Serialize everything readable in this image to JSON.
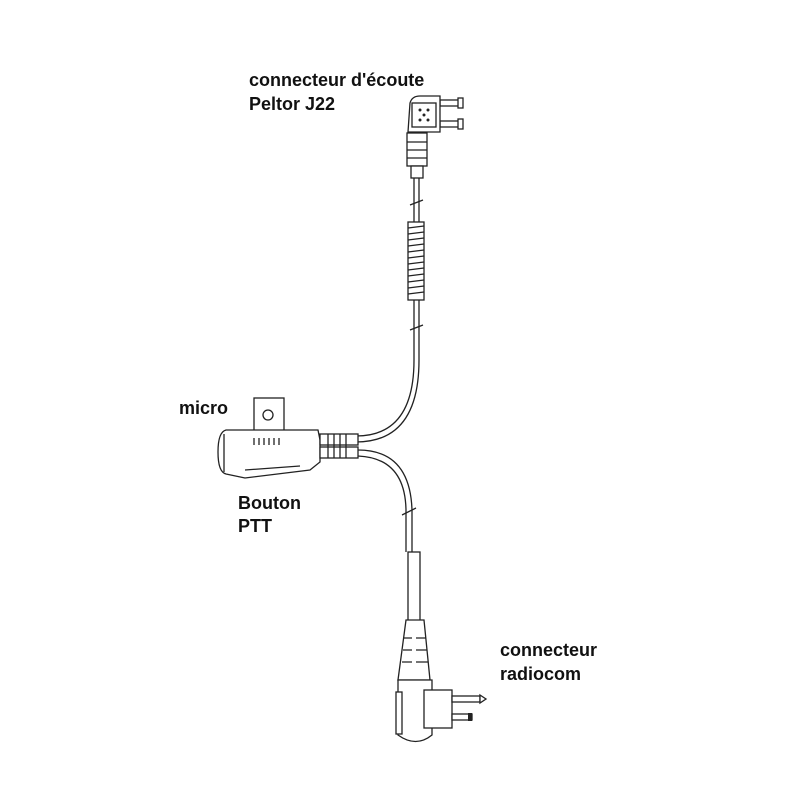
{
  "labels": {
    "earpiece_line1": "connecteur d'écoute",
    "earpiece_line2": "Peltor J22",
    "micro": "micro",
    "ptt_line1": "Bouton",
    "ptt_line2": "PTT",
    "radio_line1": "connecteur",
    "radio_line2": "radiocom"
  }
}
